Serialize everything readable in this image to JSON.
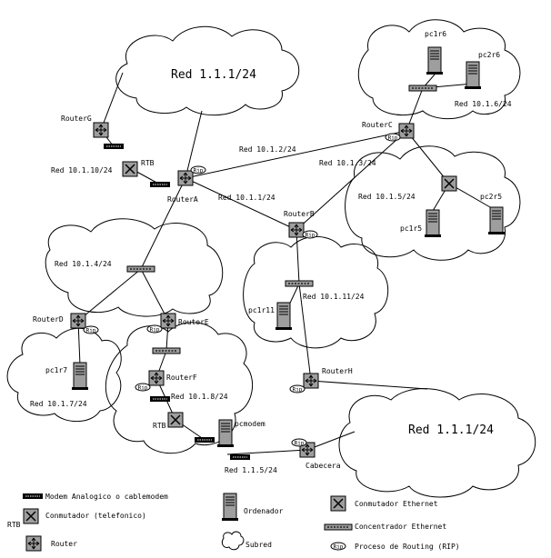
{
  "clouds": {
    "top": "Red 1.1.1/24",
    "bottom": "Red 1.1.1/24"
  },
  "routers": {
    "a": "RouterA",
    "b": "RouterB",
    "c": "RouterC",
    "d": "RouterD",
    "e": "RouterE",
    "f": "RouterF",
    "g": "RouterG",
    "h": "RouterH"
  },
  "networks": {
    "n2": "Red 10.1.2/24",
    "n3": "Red 10.1.3/24",
    "n1": "Red 10.1.1/24",
    "n4": "Red 10.1.4/24",
    "n5": "Red 10.1.5/24",
    "n6": "Red 10.1.6/24",
    "n7": "Red 10.1.7/24",
    "n8": "Red 10.1.8/24",
    "n10": "Red 10.1.10/24",
    "n11": "Red 10.1.11/24",
    "n15": "Red 1.1.5/24"
  },
  "hosts": {
    "pc1r6": "pc1r6",
    "pc2r6": "pc2r6",
    "pc1r5": "pc1r5",
    "pc2r5": "pc2r5",
    "pc1r11": "pc1r11",
    "pc1r7": "pc1r7",
    "pcmodem": "pcmodem",
    "cabecera": "Cabecera"
  },
  "misc": {
    "rtb": "RTB",
    "rip": "Rip"
  },
  "legend": {
    "modem": "Modem Analogico o cablemodem",
    "switch_tel": "Conmutador (telefonico)",
    "router": "Router",
    "computer": "Ordenador",
    "subnet": "Subred",
    "eth_switch": "Conmutador Ethernet",
    "hub": "Concentrador Ethernet",
    "rip": "Proceso de Routing (RIP)",
    "rtb": "RTB"
  },
  "colors": {
    "device_fill": "#9e9e9e",
    "stroke": "#000000",
    "background": "#ffffff"
  }
}
